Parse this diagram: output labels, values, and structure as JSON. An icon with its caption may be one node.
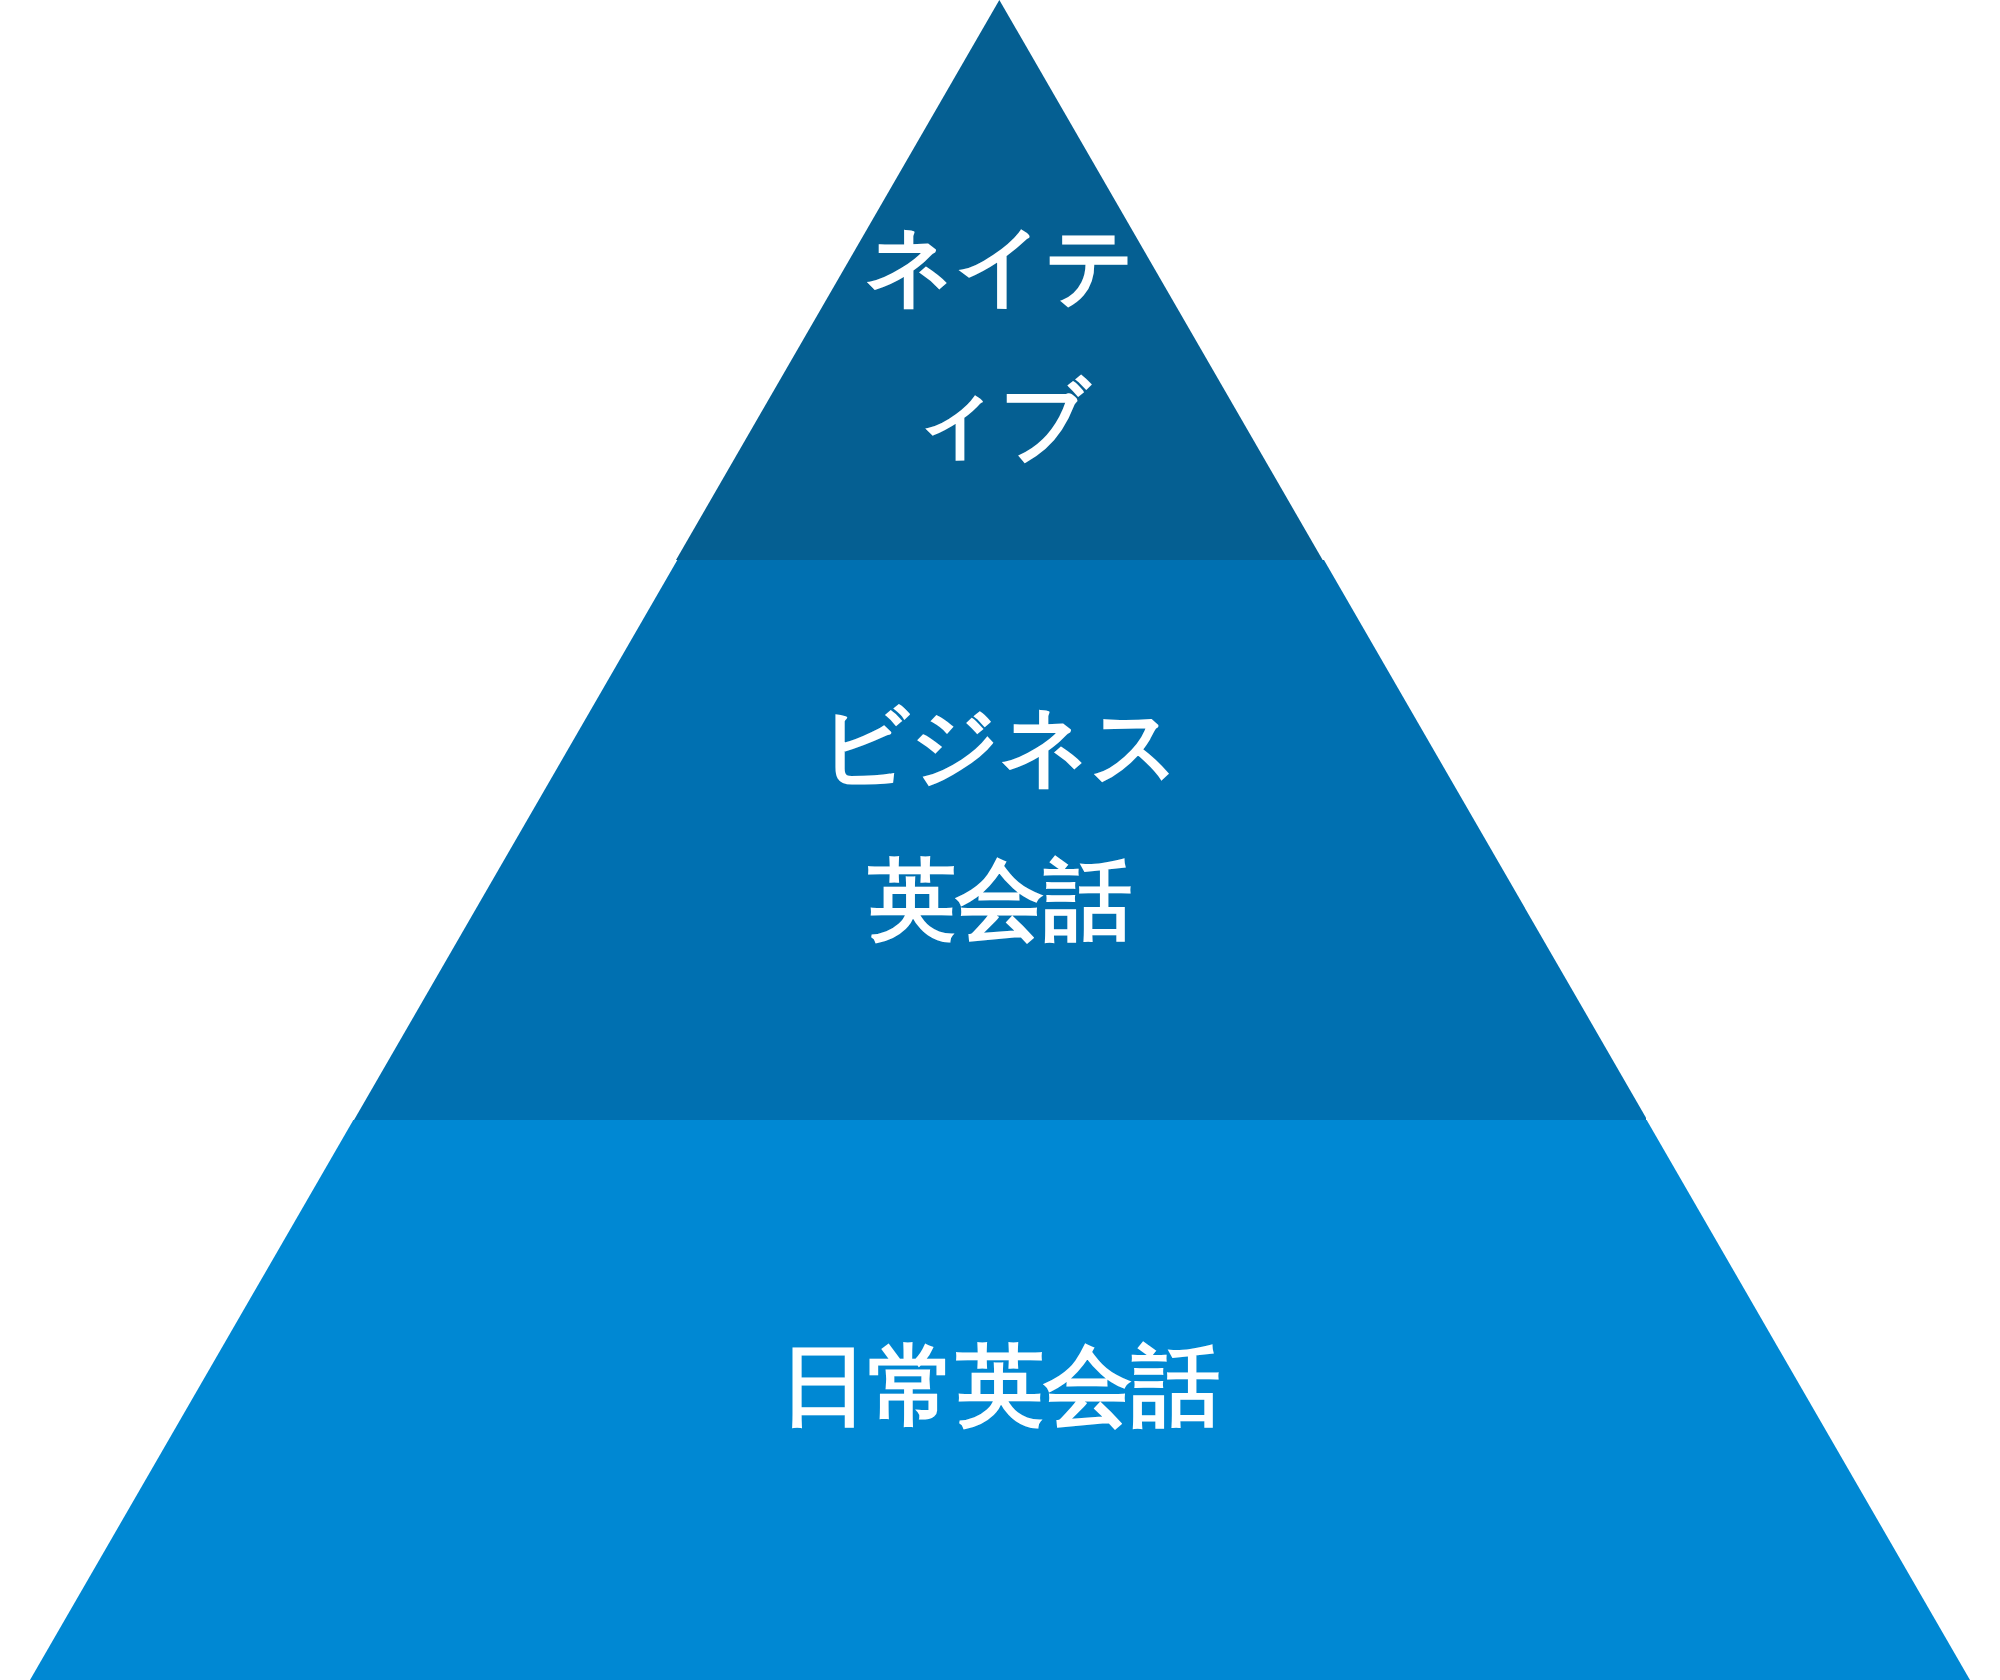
{
  "diagram": {
    "nodes": [
      {
        "text": [
          "ネイティブ"
        ]
      },
      {
        "text": [
          "ビジネス英会話"
        ]
      },
      {
        "text": [
          "日常英会話"
        ]
      }
    ]
  }
}
